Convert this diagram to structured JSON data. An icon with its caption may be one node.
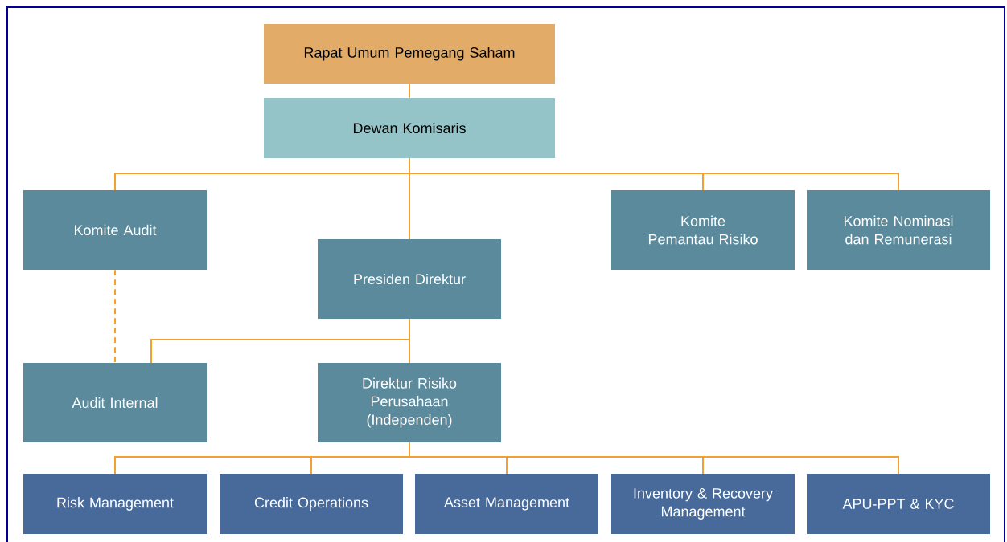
{
  "diagram": {
    "nodes": [
      {
        "text": [
          "Rapat Umum Pemegang Saham"
        ]
      },
      {
        "text": [
          "Dewan Komisaris"
        ]
      },
      {
        "text": [
          "Komite Audit"
        ]
      },
      {
        "text": [
          "Presiden Direktur"
        ]
      },
      {
        "text": [
          "Komite Pemantau Risiko"
        ]
      },
      {
        "text": [
          "Komite Nominasi dan Remunerasi"
        ]
      },
      {
        "text": [
          "Audit Internal"
        ]
      },
      {
        "text": [
          "Direktur Risiko Perusahaan (Independen)"
        ]
      },
      {
        "text": [
          "Risk Management"
        ]
      },
      {
        "text": [
          "Credit Operations"
        ]
      },
      {
        "text": [
          "Asset Management"
        ]
      },
      {
        "text": [
          "Inventory & Recovery Management"
        ]
      },
      {
        "text": [
          "APU-PPT & KYC"
        ]
      }
    ],
    "edges": [
      {
        "from": 0,
        "to": 1,
        "arrow": "none"
      },
      {
        "from": 1,
        "to": 2,
        "arrow": "none"
      },
      {
        "from": 1,
        "to": 3,
        "arrow": "none"
      },
      {
        "from": 1,
        "to": 4,
        "arrow": "none"
      },
      {
        "from": 1,
        "to": 5,
        "arrow": "none"
      },
      {
        "from": 2,
        "to": 6,
        "arrow": "none",
        "style": "dashed"
      },
      {
        "from": 3,
        "to": 6,
        "arrow": "none"
      },
      {
        "from": 3,
        "to": 7,
        "arrow": "none"
      },
      {
        "from": 7,
        "to": 8,
        "arrow": "none"
      },
      {
        "from": 7,
        "to": 9,
        "arrow": "none"
      },
      {
        "from": 7,
        "to": 10,
        "arrow": "none"
      },
      {
        "from": 7,
        "to": 11,
        "arrow": "none"
      },
      {
        "from": 7,
        "to": 12,
        "arrow": "none"
      }
    ]
  }
}
